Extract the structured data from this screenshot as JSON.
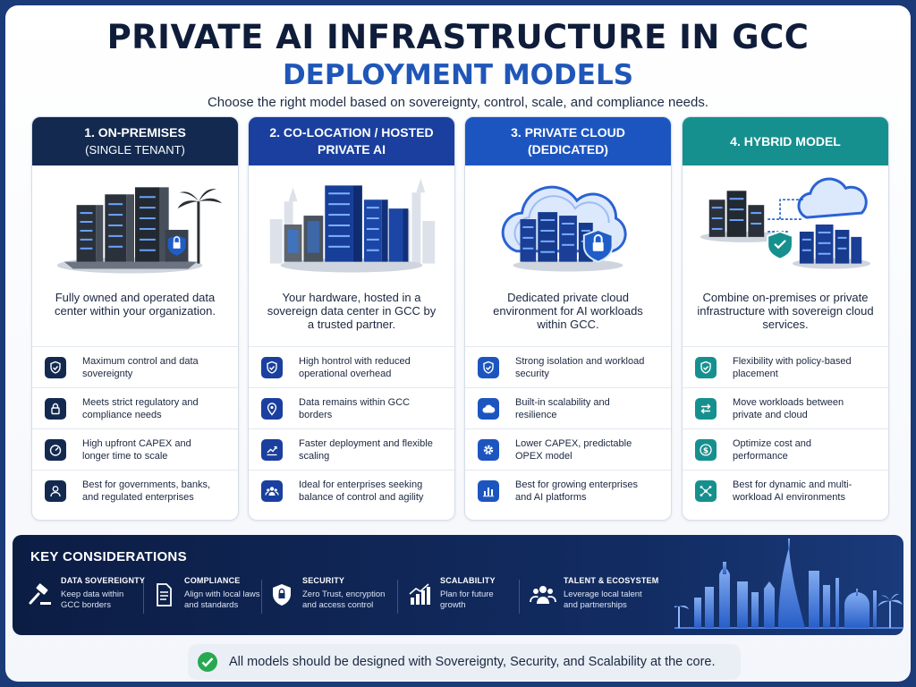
{
  "header": {
    "title": "PRIVATE AI INFRASTRUCTURE IN GCC",
    "subtitle": "DEPLOYMENT MODELS",
    "tagline": "Choose the right model based on sovereignty, control, scale, and compliance needs."
  },
  "models": [
    {
      "title": "1.  ON-PREMISES",
      "sub": "(SINGLE TENANT)",
      "color": "#13294f",
      "description": "Fully owned and operated data center within your organization.",
      "features": [
        {
          "icon": "shield-check-icon",
          "text": "Maximum control and data sovereignty"
        },
        {
          "icon": "lock-icon",
          "text": "Meets strict regulatory and compliance needs"
        },
        {
          "icon": "gauge-icon",
          "text": "High upfront CAPEX and longer time to scale"
        },
        {
          "icon": "user-icon",
          "text": "Best for governments, banks, and regulated enterprises"
        }
      ]
    },
    {
      "title": "2. CO-LOCATION / HOSTED",
      "sub": "PRIVATE AI",
      "color": "#1a3f9e",
      "description": "Your hardware, hosted in a sovereign data center in GCC by a trusted partner.",
      "features": [
        {
          "icon": "shield-check-icon",
          "text": "High hontrol with reduced operational overhead"
        },
        {
          "icon": "location-pin-icon",
          "text": "Data remains within GCC borders"
        },
        {
          "icon": "growth-chart-icon",
          "text": "Faster deployment and flexible scaling"
        },
        {
          "icon": "users-icon",
          "text": "Ideal for enterprises seeking balance of control and agility"
        }
      ]
    },
    {
      "title": "3. PRIVATE CLOUD",
      "sub": "(DEDICATED)",
      "color": "#1d55c0",
      "description": "Dedicated private cloud environment for AI workloads within GCC.",
      "features": [
        {
          "icon": "shield-check-icon",
          "text": "Strong isolation and workload security"
        },
        {
          "icon": "cloud-icon",
          "text": "Built-in scalability and resilience"
        },
        {
          "icon": "gear-icon",
          "text": "Lower CAPEX, predictable OPEX model"
        },
        {
          "icon": "bar-chart-icon",
          "text": "Best for growing enterprises and AI platforms"
        }
      ]
    },
    {
      "title": "4. HYBRID MODEL",
      "sub": "",
      "color": "#16908e",
      "description": "Combine on-premises or private infrastructure with sovereign cloud services.",
      "features": [
        {
          "icon": "shield-check-icon",
          "text": "Flexibility with policy-based placement"
        },
        {
          "icon": "swap-arrows-icon",
          "text": "Move workloads between private and cloud"
        },
        {
          "icon": "dollar-icon",
          "text": "Optimize cost and performance"
        },
        {
          "icon": "network-icon",
          "text": "Best for dynamic and multi-workload AI environments"
        }
      ]
    }
  ],
  "considerations": {
    "title": "KEY CONSIDERATIONS",
    "items": [
      {
        "icon": "gavel-icon",
        "heading": "DATA SOVEREIGNTY",
        "body": "Keep data within GCC borders"
      },
      {
        "icon": "document-icon",
        "heading": "COMPLIANCE",
        "body": "Align with local laws and standards"
      },
      {
        "icon": "shield-icon",
        "heading": "SECURITY",
        "body": "Zero Trust, encryption and access control"
      },
      {
        "icon": "scalability-chart-icon",
        "heading": "SCALABILITY",
        "body": "Plan for future growth"
      },
      {
        "icon": "people-icon",
        "heading": "TALENT & ECOSYSTEM",
        "body": "Leverage local talent and partnerships"
      }
    ]
  },
  "footer": {
    "text": "All models should be designed with Sovereignty, Security, and Scalability at the core."
  }
}
